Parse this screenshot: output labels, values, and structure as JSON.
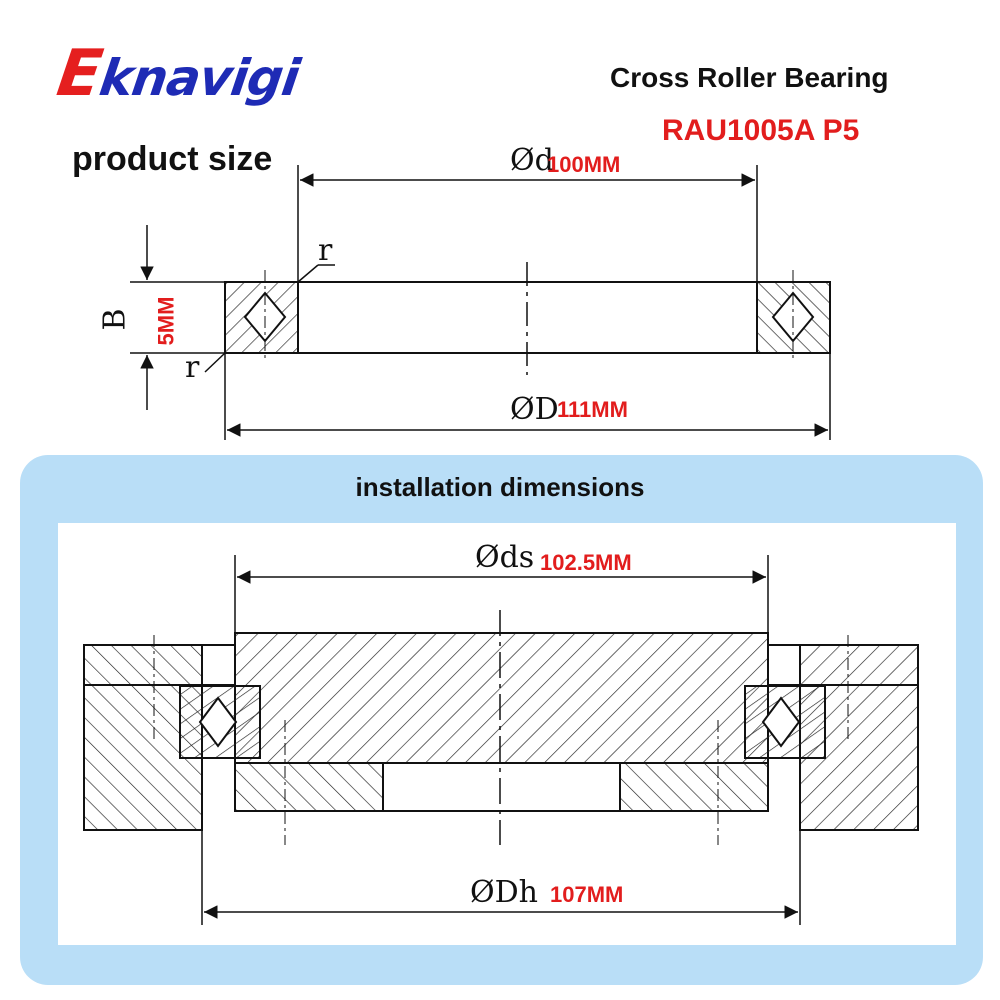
{
  "brand": {
    "first_letter": "E",
    "rest": "knavigi"
  },
  "subtitle": "product size",
  "header": {
    "title": "Cross Roller Bearing",
    "model": "RAU1005A P5"
  },
  "product": {
    "d_label": "Ød",
    "d_value": "100MM",
    "D_label": "ØD",
    "D_value": "111MM",
    "B_label": "B",
    "B_value": "5MM",
    "r_label": "r"
  },
  "installation": {
    "title": "installation dimensions",
    "ds_label": "Øds",
    "ds_value": "102.5MM",
    "Dh_label": "ØDh",
    "Dh_value": "107MM"
  },
  "colors": {
    "brand_blue": "#1e2bb5",
    "brand_red": "#e51f1f",
    "value_red": "#e21d1d",
    "panel": "#b9def7"
  }
}
